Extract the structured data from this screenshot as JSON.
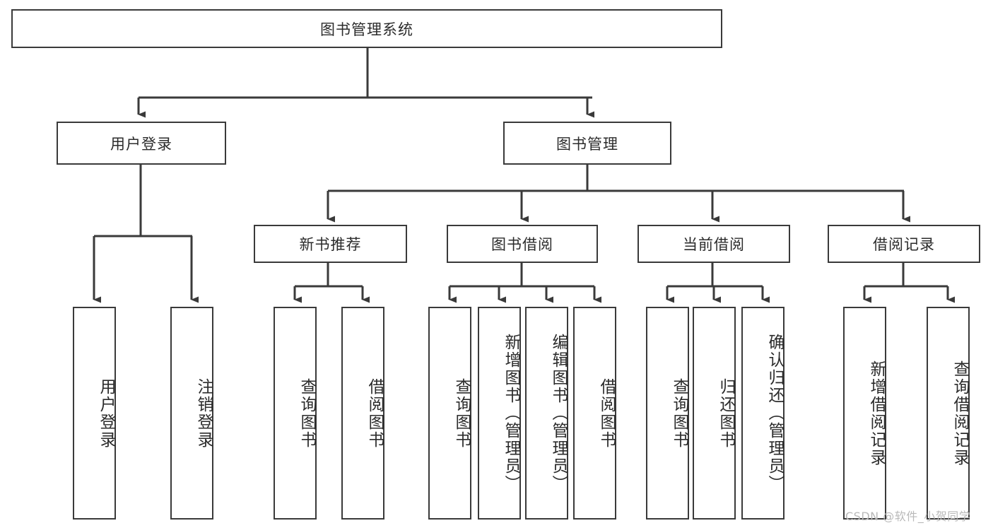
{
  "diagram": {
    "title": "图书管理系统",
    "type": "tree-hierarchy",
    "root": {
      "label": "图书管理系统"
    },
    "level2": [
      {
        "label": "用户登录"
      },
      {
        "label": "图书管理"
      }
    ],
    "level3": [
      {
        "label": "新书推荐"
      },
      {
        "label": "图书借阅"
      },
      {
        "label": "当前借阅"
      },
      {
        "label": "借阅记录"
      }
    ],
    "leaves": {
      "user_login": [
        {
          "label": "用户登录"
        },
        {
          "label": "注销登录"
        }
      ],
      "new_book_recommend": [
        {
          "label": "查询图书"
        },
        {
          "label": "借阅图书"
        }
      ],
      "book_borrow": [
        {
          "label": "查询图书"
        },
        {
          "label": "新增图书（管理员）"
        },
        {
          "label": "编辑图书（管理员）"
        },
        {
          "label": "借阅图书"
        }
      ],
      "current_borrow": [
        {
          "label": "查询图书"
        },
        {
          "label": "归还图书"
        },
        {
          "label": "确认归还（管理员）"
        }
      ],
      "borrow_record": [
        {
          "label": "新增借阅记录"
        },
        {
          "label": "查询借阅记录"
        }
      ]
    }
  },
  "watermark": {
    "text": "CSDN @软件_小贺同学"
  },
  "colors": {
    "stroke": "#3a3a3a",
    "text": "#2b2b2b",
    "background": "#ffffff",
    "watermark": "#b9b9b9"
  }
}
